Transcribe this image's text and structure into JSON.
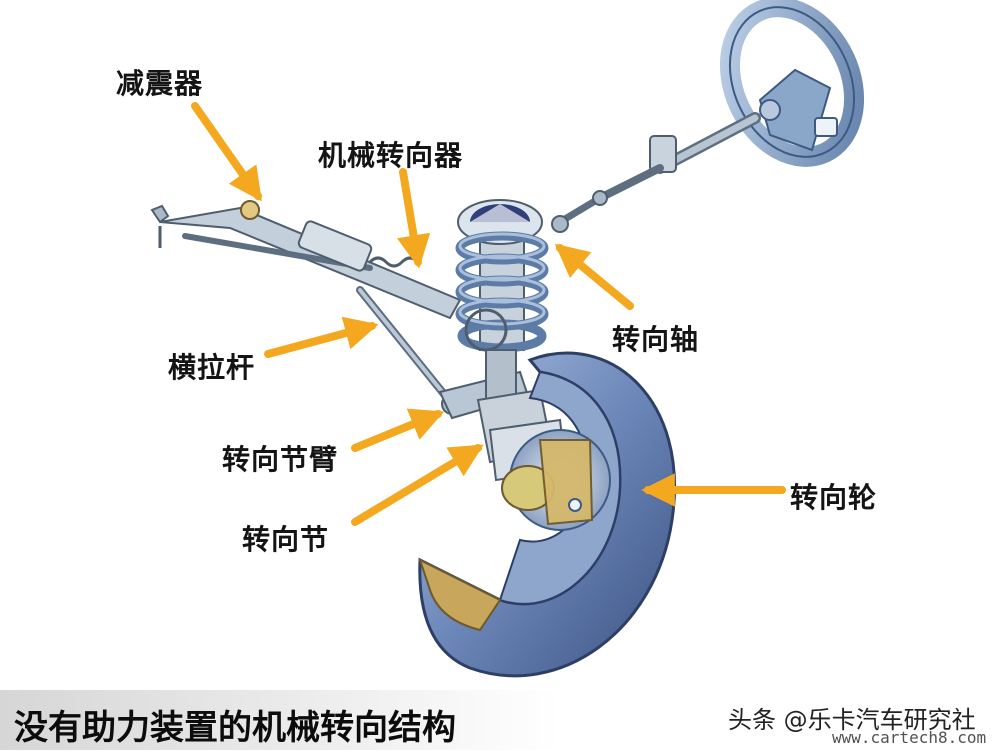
{
  "labels": {
    "shock_absorber": "减震器",
    "steering_gear": "机械转向器",
    "tie_rod": "横拉杆",
    "steering_shaft": "转向轴",
    "knuckle_arm": "转向节臂",
    "knuckle": "转向节",
    "steering_wheel": "转向轮"
  },
  "caption": "没有助力装置的机械转向结构",
  "credit": "头条 @乐卡汽车研究社",
  "watermark": "www.cartech8.com",
  "colors": {
    "arrow": "#f4a81f",
    "spring": "#6f8fb5",
    "tire": "#6b86b8",
    "wheel": "#7e9cc2",
    "linkage": "#9fb2c6",
    "bracket": "#c9a95a"
  }
}
